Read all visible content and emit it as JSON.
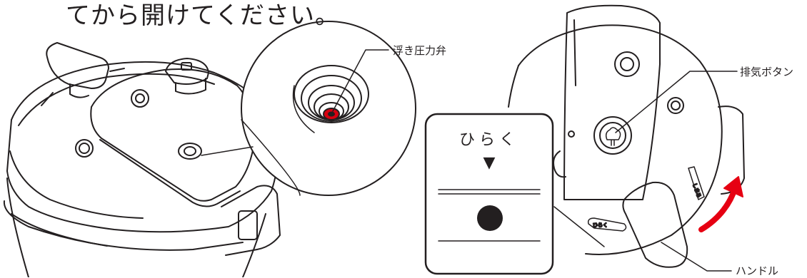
{
  "heading": "てから開けてください。",
  "callouts": {
    "float_valve": "浮き圧力弁",
    "exhaust_button": "排気ボタン",
    "handle": "ハンドル"
  },
  "inset": {
    "open_label": "ひらく",
    "arrow_glyph": "▼"
  },
  "lid_markings": {
    "open_mark": "ひらく",
    "close_mark": "しまる"
  },
  "colors": {
    "line": "#231f20",
    "valve_red": "#d7000f",
    "arrow_red": "#e60012",
    "background": "#ffffff"
  }
}
